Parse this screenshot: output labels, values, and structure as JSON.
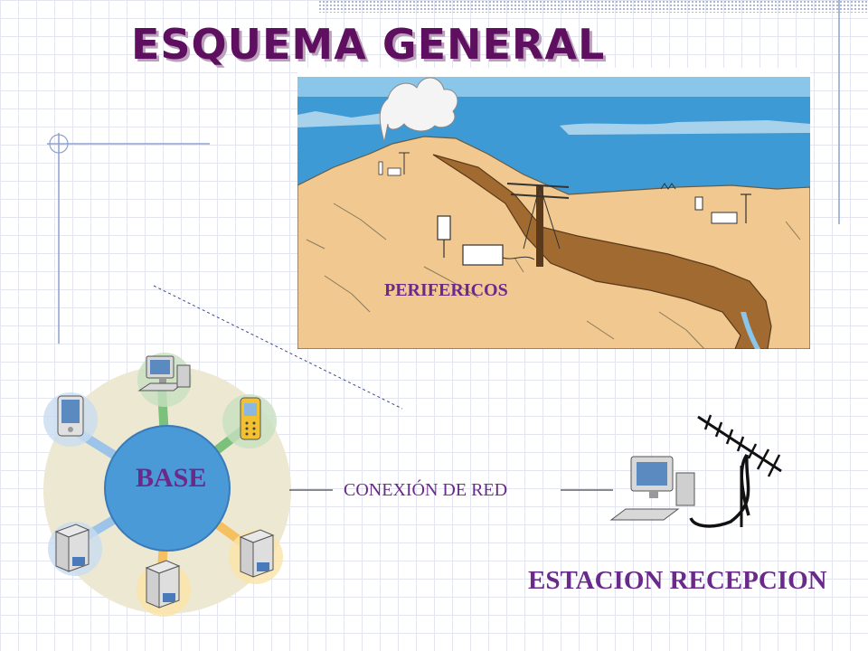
{
  "title": "ESQUEMA GENERAL",
  "landscape": {
    "label": "PERIFERICOS"
  },
  "network": {
    "hub_label": "BASE",
    "connection_label": "CONEXIÓN DE RED",
    "nodes": [
      "computer-icon",
      "phone-icon",
      "server-icon",
      "server-icon",
      "server-icon",
      "pda-icon"
    ]
  },
  "station": {
    "label": "ESTACION RECEPCION"
  },
  "colors": {
    "title": "#5f0f5f",
    "labels": "#6a2a8a",
    "sky": "#3e9ad4",
    "ground": "#f0c890",
    "hub": "#4a9ad8",
    "mud": "#a06a30"
  }
}
